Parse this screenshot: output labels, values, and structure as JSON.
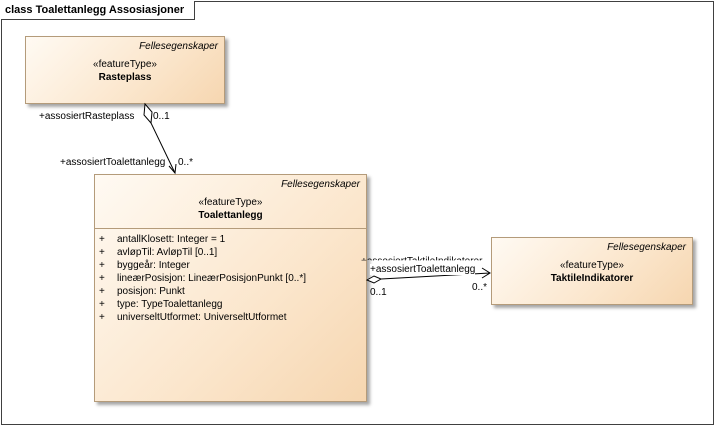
{
  "frame": {
    "title": "class Toalettanlegg Assosiasjoner"
  },
  "classes": {
    "rasteplass": {
      "package": "Fellesegenskaper",
      "stereotype": "«featureType»",
      "name": "Rasteplass"
    },
    "toalettanlegg": {
      "package": "Fellesegenskaper",
      "stereotype": "«featureType»",
      "name": "Toalettanlegg",
      "attributes": [
        {
          "visibility": "+",
          "text": "antallKlosett: Integer = 1"
        },
        {
          "visibility": "+",
          "text": "avløpTil: AvløpTil [0..1]"
        },
        {
          "visibility": "+",
          "text": "byggeår: Integer"
        },
        {
          "visibility": "+",
          "text": "lineærPosisjon: LineærPosisjonPunkt [0..*]"
        },
        {
          "visibility": "+",
          "text": "posisjon: Punkt"
        },
        {
          "visibility": "+",
          "text": "type: TypeToalettanlegg"
        },
        {
          "visibility": "+",
          "text": "universeltUtformet: UniverseltUtformet"
        }
      ]
    },
    "taktile": {
      "package": "Fellesegenskaper",
      "stereotype": "«featureType»",
      "name": "TaktileIndikatorer"
    }
  },
  "associations": {
    "rasteplass_toalett": {
      "role_top": "+assosiertRasteplass",
      "mult_top": "0..1",
      "role_bottom": "+assosiertToalettanlegg",
      "mult_bottom": "0..*"
    },
    "toalett_taktile": {
      "role_left_overlap": "+assosiertTaktileIndikatorer",
      "role_right": "+assosiertToalettanlegg",
      "mult_left": "0..1",
      "mult_right": "0..*"
    }
  }
}
